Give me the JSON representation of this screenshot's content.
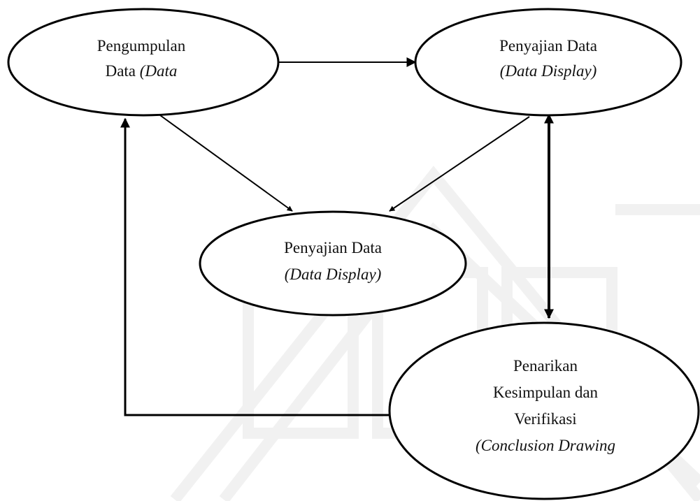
{
  "diagram": {
    "nodes": {
      "pengumpulan": {
        "line1": "Pengumpulan",
        "line2_normal": "Data ",
        "line2_italic": "(Data"
      },
      "penyajian_top": {
        "line1": "Penyajian Data",
        "line2": "(Data Display)"
      },
      "penyajian_center": {
        "line1": "Penyajian Data",
        "line2": "(Data Display)"
      },
      "penarikan": {
        "line1": "Penarikan",
        "line2": "Kesimpulan dan",
        "line3": "Verifikasi",
        "line4": "(Conclusion Drawing"
      }
    },
    "colors": {
      "stroke": "#000000",
      "text": "#111111",
      "watermark": "#f1f1f1"
    }
  }
}
